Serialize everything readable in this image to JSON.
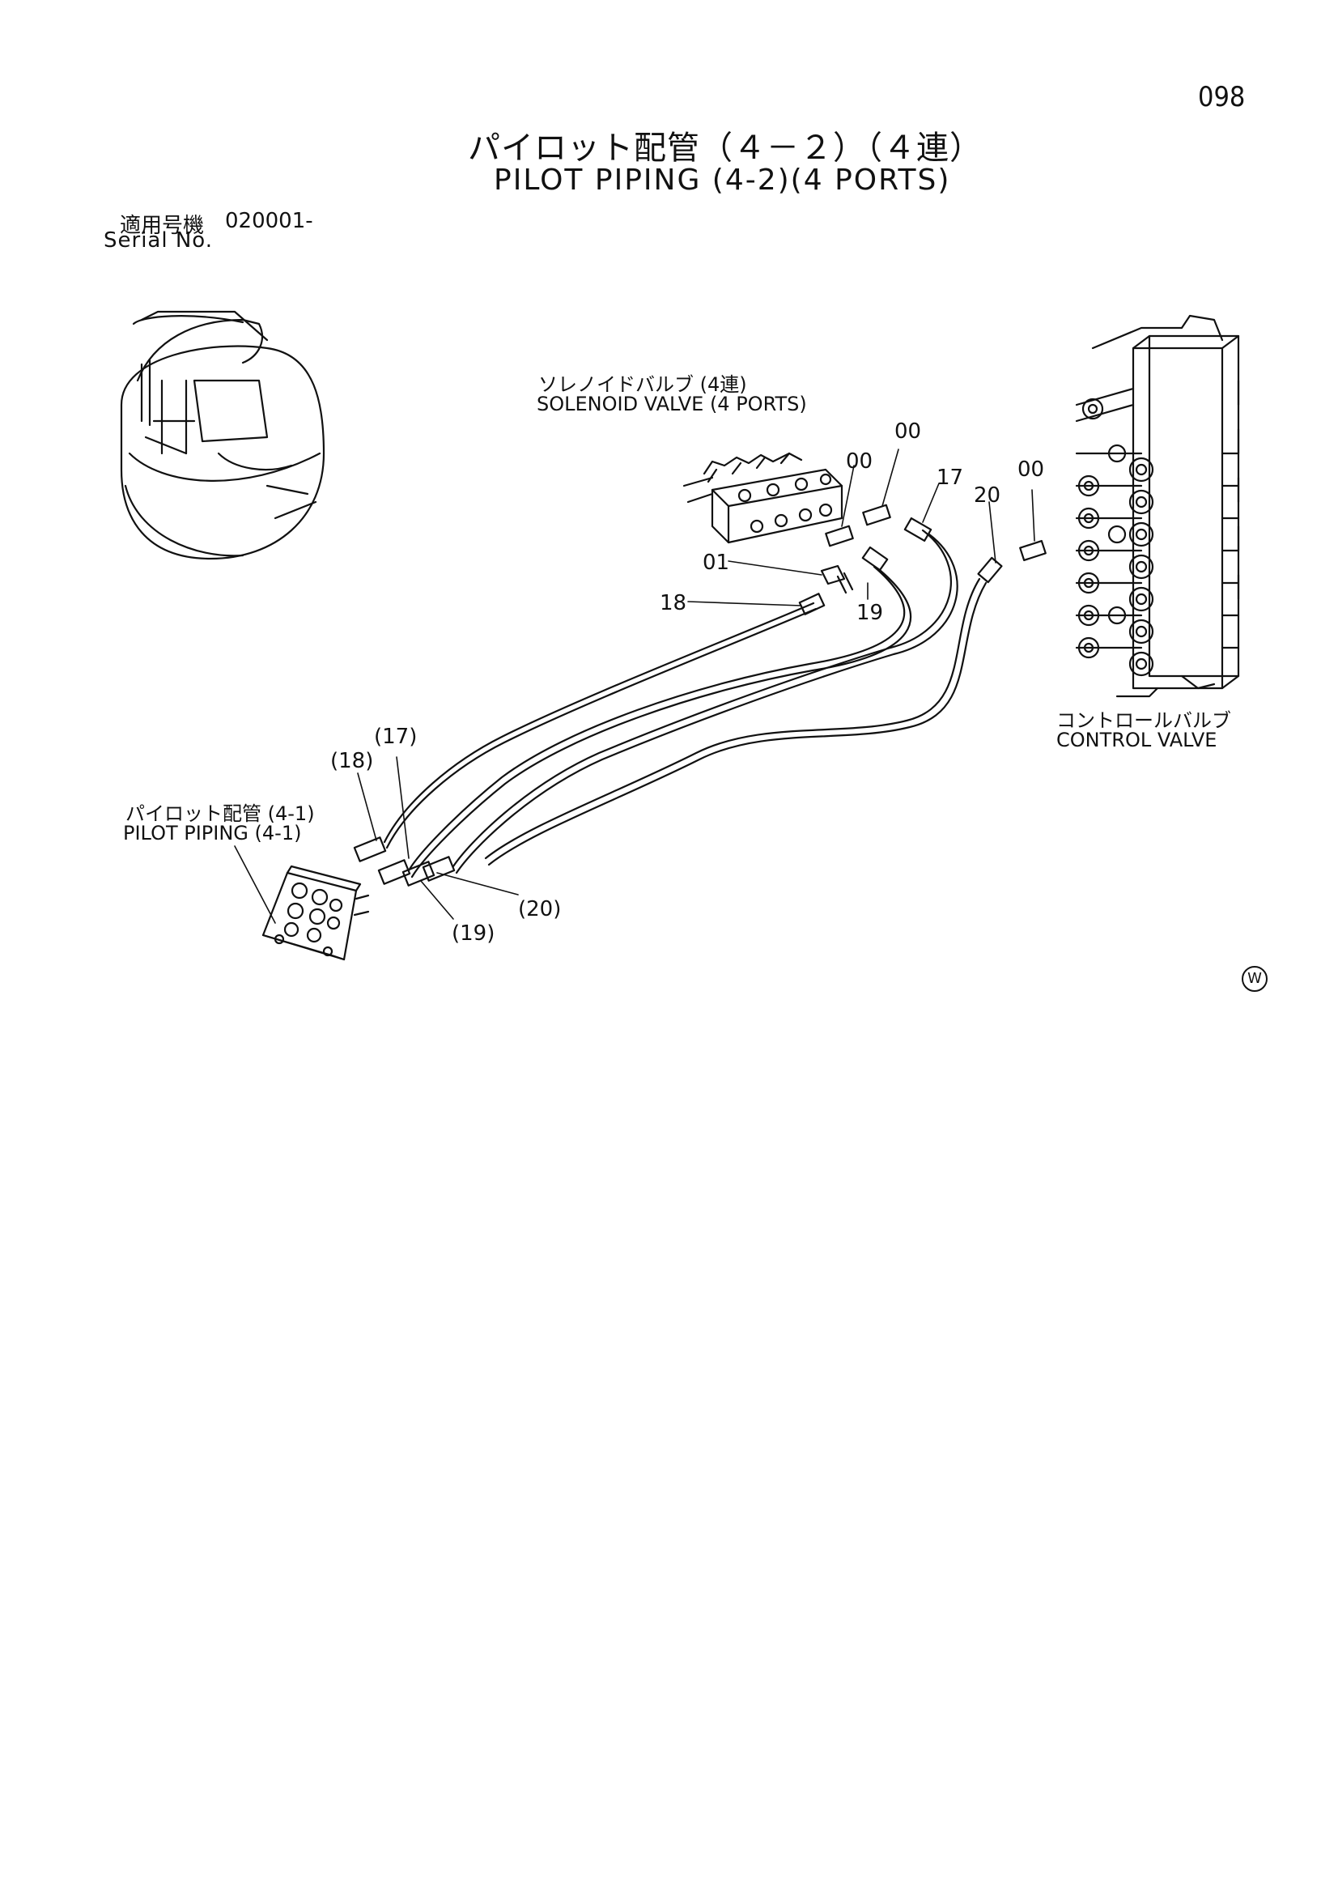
{
  "page_number": "098",
  "title": {
    "jp": "パイロット配管（４－２）（４連）",
    "en": "PILOT PIPING (4-2)(4 PORTS)"
  },
  "serial": {
    "label_jp": "適用号機",
    "code": "020001-",
    "label_en": "Serial No."
  },
  "components": {
    "solenoid_valve": {
      "jp": "ソレノイドバルブ (4連)",
      "en": "SOLENOID VALVE (4 PORTS)"
    },
    "control_valve": {
      "jp": "コントロールバルブ",
      "en": "CONTROL VALVE"
    },
    "pilot_piping_41": {
      "jp": "パイロット配管 (4-1)",
      "en": "PILOT PIPING (4-1)"
    }
  },
  "callouts": {
    "c00a": "00",
    "c00b": "00",
    "c00c": "00",
    "c17": "17",
    "c20": "20",
    "c01": "01",
    "c18": "18",
    "c19": "19",
    "c17p": "(17)",
    "c18p": "(18)",
    "c20p": "(20)",
    "c19p": "(19)"
  },
  "watermark": "W"
}
